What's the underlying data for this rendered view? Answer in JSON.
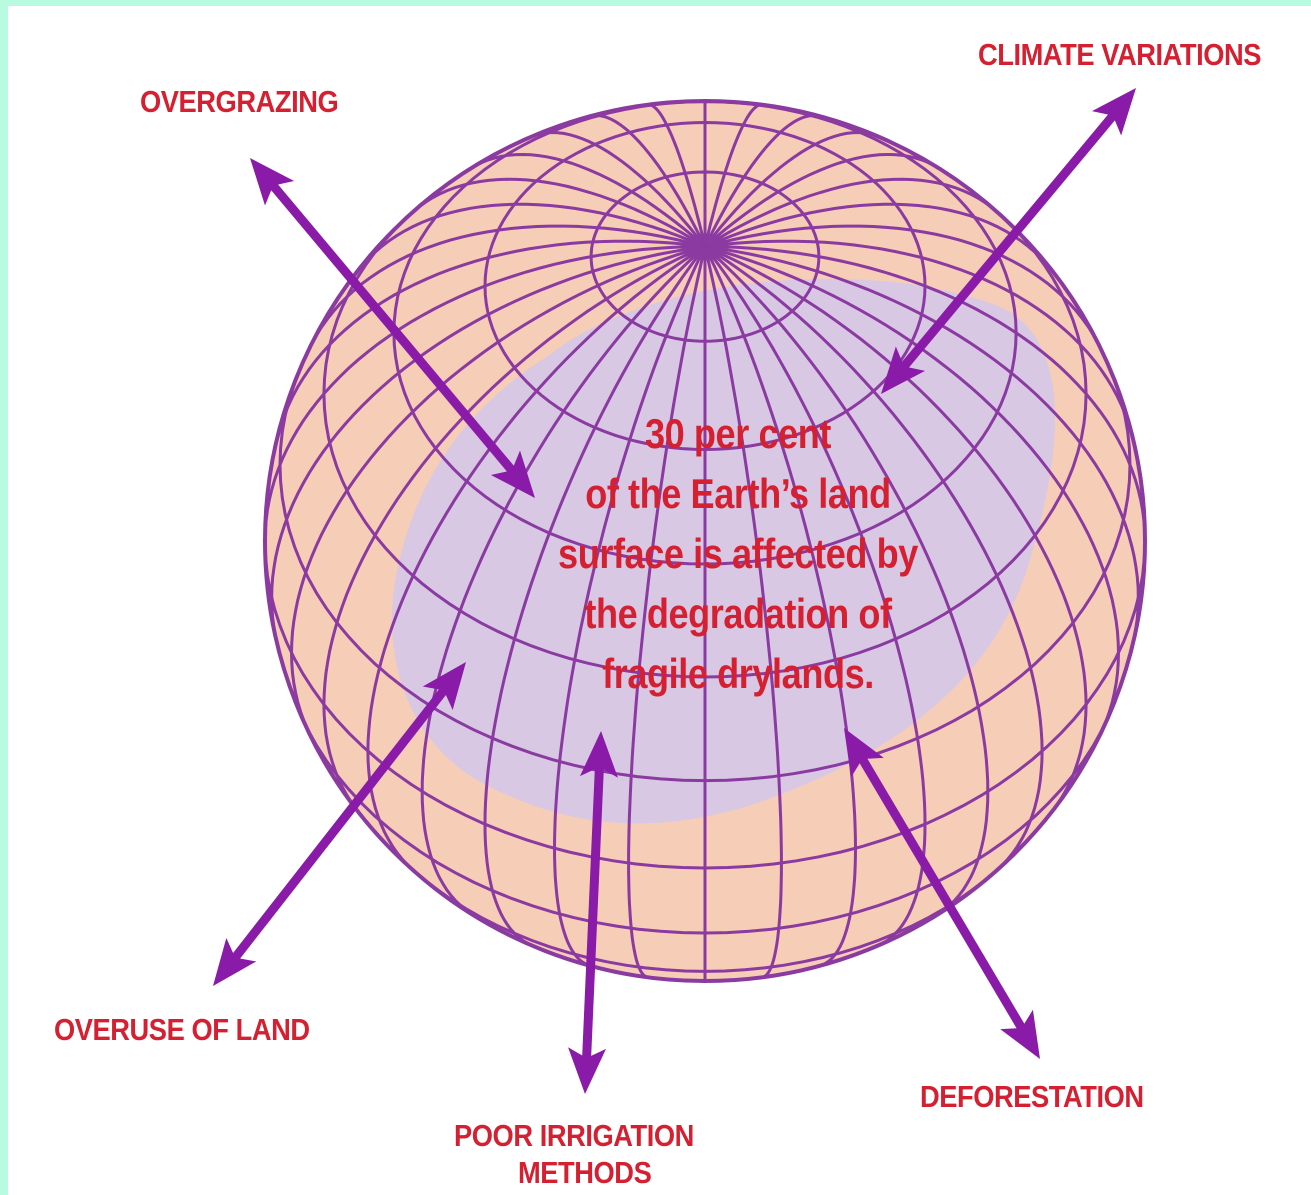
{
  "colors": {
    "background": "#b8fbe0",
    "globe_fill": "#f6cdb6",
    "globe_lines": "#8a3aa0",
    "dryland_blob": "#d8c8e4",
    "arrow": "#8a1aa8",
    "text": "#d42031"
  },
  "center_statement": {
    "lines": [
      "30 per cent",
      "of the Earth’s land",
      "surface is affected by",
      "the degradation of",
      "fragile drylands."
    ]
  },
  "causes": {
    "overgrazing": "OVERGRAZING",
    "climate_variations": "CLIMATE VARIATIONS",
    "overuse_of_land": "OVERUSE OF LAND",
    "poor_irrigation_line1": "POOR IRRIGATION",
    "poor_irrigation_line2": "METHODS",
    "deforestation": "DEFORESTATION"
  }
}
